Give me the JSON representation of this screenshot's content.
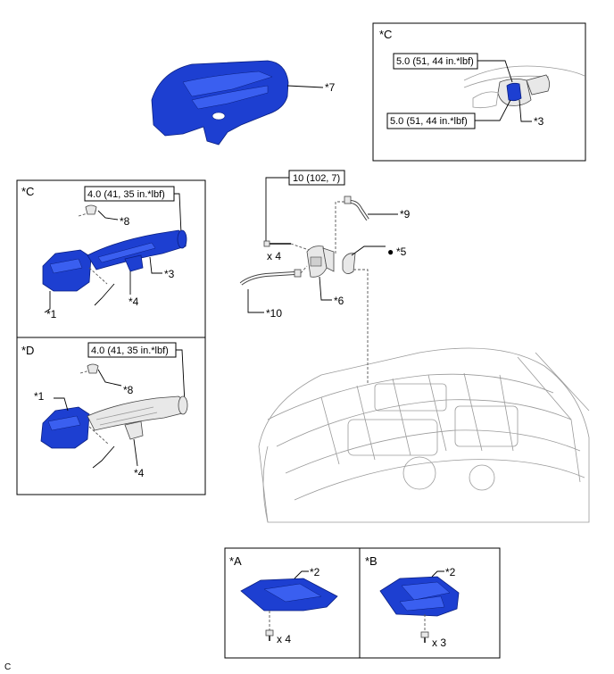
{
  "figure_code": "C",
  "callouts": {
    "p1": "*1",
    "p2": "*2",
    "p3": "*3",
    "p4": "*4",
    "p5": "*5",
    "p6": "*6",
    "p7": "*7",
    "p8": "*8",
    "p9": "*9",
    "p10": "*10"
  },
  "panels": {
    "a": "*A",
    "b": "*B",
    "c": "*C",
    "d": "*D"
  },
  "torque": {
    "t50": "5.0 (51, 44 in.*lbf)",
    "t40": "4.0 (41, 35 in.*lbf)",
    "t10": "10 (102, 7)"
  },
  "quantities": {
    "x3": "x 3",
    "x4": "x 4"
  },
  "non_reusable_symbol": "●"
}
